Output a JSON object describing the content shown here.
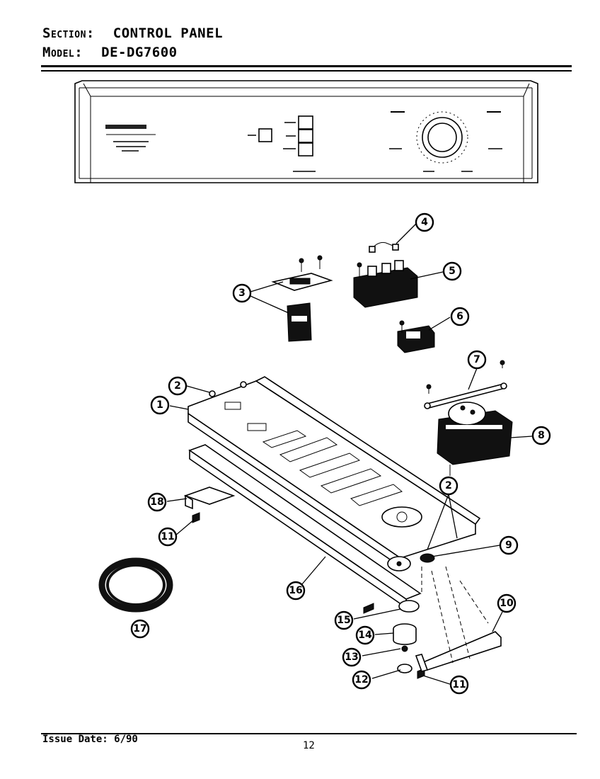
{
  "header": {
    "section_label": "Section:",
    "section_value": "CONTROL PANEL",
    "model_label": "Model:",
    "model_value": "DE-DG7600"
  },
  "callouts": [
    "1",
    "2",
    "3",
    "4",
    "5",
    "6",
    "7",
    "8",
    "9",
    "10",
    "11",
    "12",
    "13",
    "14",
    "15",
    "16",
    "17",
    "18"
  ],
  "footer": {
    "issue_date": "Issue Date: 6/90",
    "page_number": "12"
  }
}
